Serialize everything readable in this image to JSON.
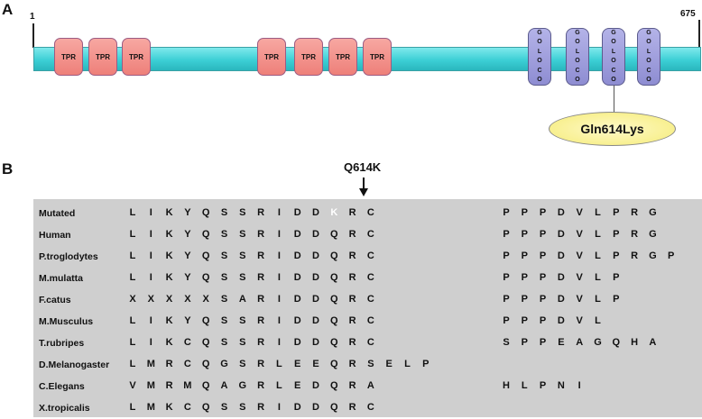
{
  "panel_a": {
    "label": "A",
    "start_position": "1",
    "end_position": "675",
    "tpr_domains": [
      "TPR",
      "TPR",
      "TPR",
      "TPR",
      "TPR",
      "TPR",
      "TPR"
    ],
    "goloco_domains": [
      [
        "G",
        "O",
        "L",
        "O",
        "C",
        "O"
      ],
      [
        "G",
        "O",
        "L",
        "O",
        "C",
        "O"
      ],
      [
        "G",
        "O",
        "L",
        "O",
        "C",
        "O"
      ],
      [
        "G",
        "O",
        "L",
        "O",
        "C",
        "O"
      ]
    ],
    "mutation_callout": "Gln614Lys",
    "colors": {
      "backbone": "#3ccfd5",
      "tpr": "#f08a83",
      "goloco": "#9f9edb",
      "callout": "#f8f08a"
    }
  },
  "panel_b": {
    "label": "B",
    "mutation_header": "Q614K",
    "highlight_color": "#ffffff",
    "rows": [
      {
        "species": "Mutated",
        "left": [
          "L",
          "I",
          "K",
          "Y",
          "Q",
          "S",
          "S",
          "R",
          "I",
          "D",
          "D",
          "K",
          "R",
          "C"
        ],
        "right": [
          "P",
          "P",
          "P",
          "D",
          "V",
          "L",
          "P",
          "R",
          "G"
        ],
        "highlight": 11
      },
      {
        "species": "Human",
        "left": [
          "L",
          "I",
          "K",
          "Y",
          "Q",
          "S",
          "S",
          "R",
          "I",
          "D",
          "D",
          "Q",
          "R",
          "C"
        ],
        "right": [
          "P",
          "P",
          "P",
          "D",
          "V",
          "L",
          "P",
          "R",
          "G"
        ]
      },
      {
        "species": "P.troglodytes",
        "left": [
          "L",
          "I",
          "K",
          "Y",
          "Q",
          "S",
          "S",
          "R",
          "I",
          "D",
          "D",
          "Q",
          "R",
          "C"
        ],
        "right": [
          "P",
          "P",
          "P",
          "D",
          "V",
          "L",
          "P",
          "R",
          "G",
          "P"
        ]
      },
      {
        "species": "M.mulatta",
        "left": [
          "L",
          "I",
          "K",
          "Y",
          "Q",
          "S",
          "S",
          "R",
          "I",
          "D",
          "D",
          "Q",
          "R",
          "C"
        ],
        "right": [
          "P",
          "P",
          "P",
          "D",
          "V",
          "L",
          "P"
        ]
      },
      {
        "species": "F.catus",
        "left": [
          "X",
          "X",
          "X",
          "X",
          "X",
          "S",
          "A",
          "R",
          "I",
          "D",
          "D",
          "Q",
          "R",
          "C"
        ],
        "right": [
          "P",
          "P",
          "P",
          "D",
          "V",
          "L",
          "P"
        ]
      },
      {
        "species": "M.Musculus",
        "left": [
          "L",
          "I",
          "K",
          "Y",
          "Q",
          "S",
          "S",
          "R",
          "I",
          "D",
          "D",
          "Q",
          "R",
          "C"
        ],
        "right": [
          "P",
          "P",
          "P",
          "D",
          "V",
          "L"
        ]
      },
      {
        "species": "T.rubripes",
        "left": [
          "L",
          "I",
          "K",
          "C",
          "Q",
          "S",
          "S",
          "R",
          "I",
          "D",
          "D",
          "Q",
          "R",
          "C"
        ],
        "right": [
          "S",
          "P",
          "P",
          "E",
          "A",
          "G",
          "Q",
          "H",
          "A"
        ]
      },
      {
        "species": "D.Melanogaster",
        "left": [
          "L",
          "M",
          "R",
          "C",
          "Q",
          "G",
          "S",
          "R",
          "L",
          "E",
          "E",
          "Q",
          "R",
          "S",
          "E",
          "L",
          "P"
        ],
        "right": []
      },
      {
        "species": "C.Elegans",
        "left": [
          "V",
          "M",
          "R",
          "M",
          "Q",
          "A",
          "G",
          "R",
          "L",
          "E",
          "D",
          "Q",
          "R",
          "A"
        ],
        "right": [
          "H",
          "L",
          "P",
          "N",
          "I"
        ]
      },
      {
        "species": "X.tropicalis",
        "left": [
          "L",
          "M",
          "K",
          "C",
          "Q",
          "S",
          "S",
          "R",
          "I",
          "D",
          "D",
          "Q",
          "R",
          "C"
        ],
        "right": []
      }
    ]
  }
}
